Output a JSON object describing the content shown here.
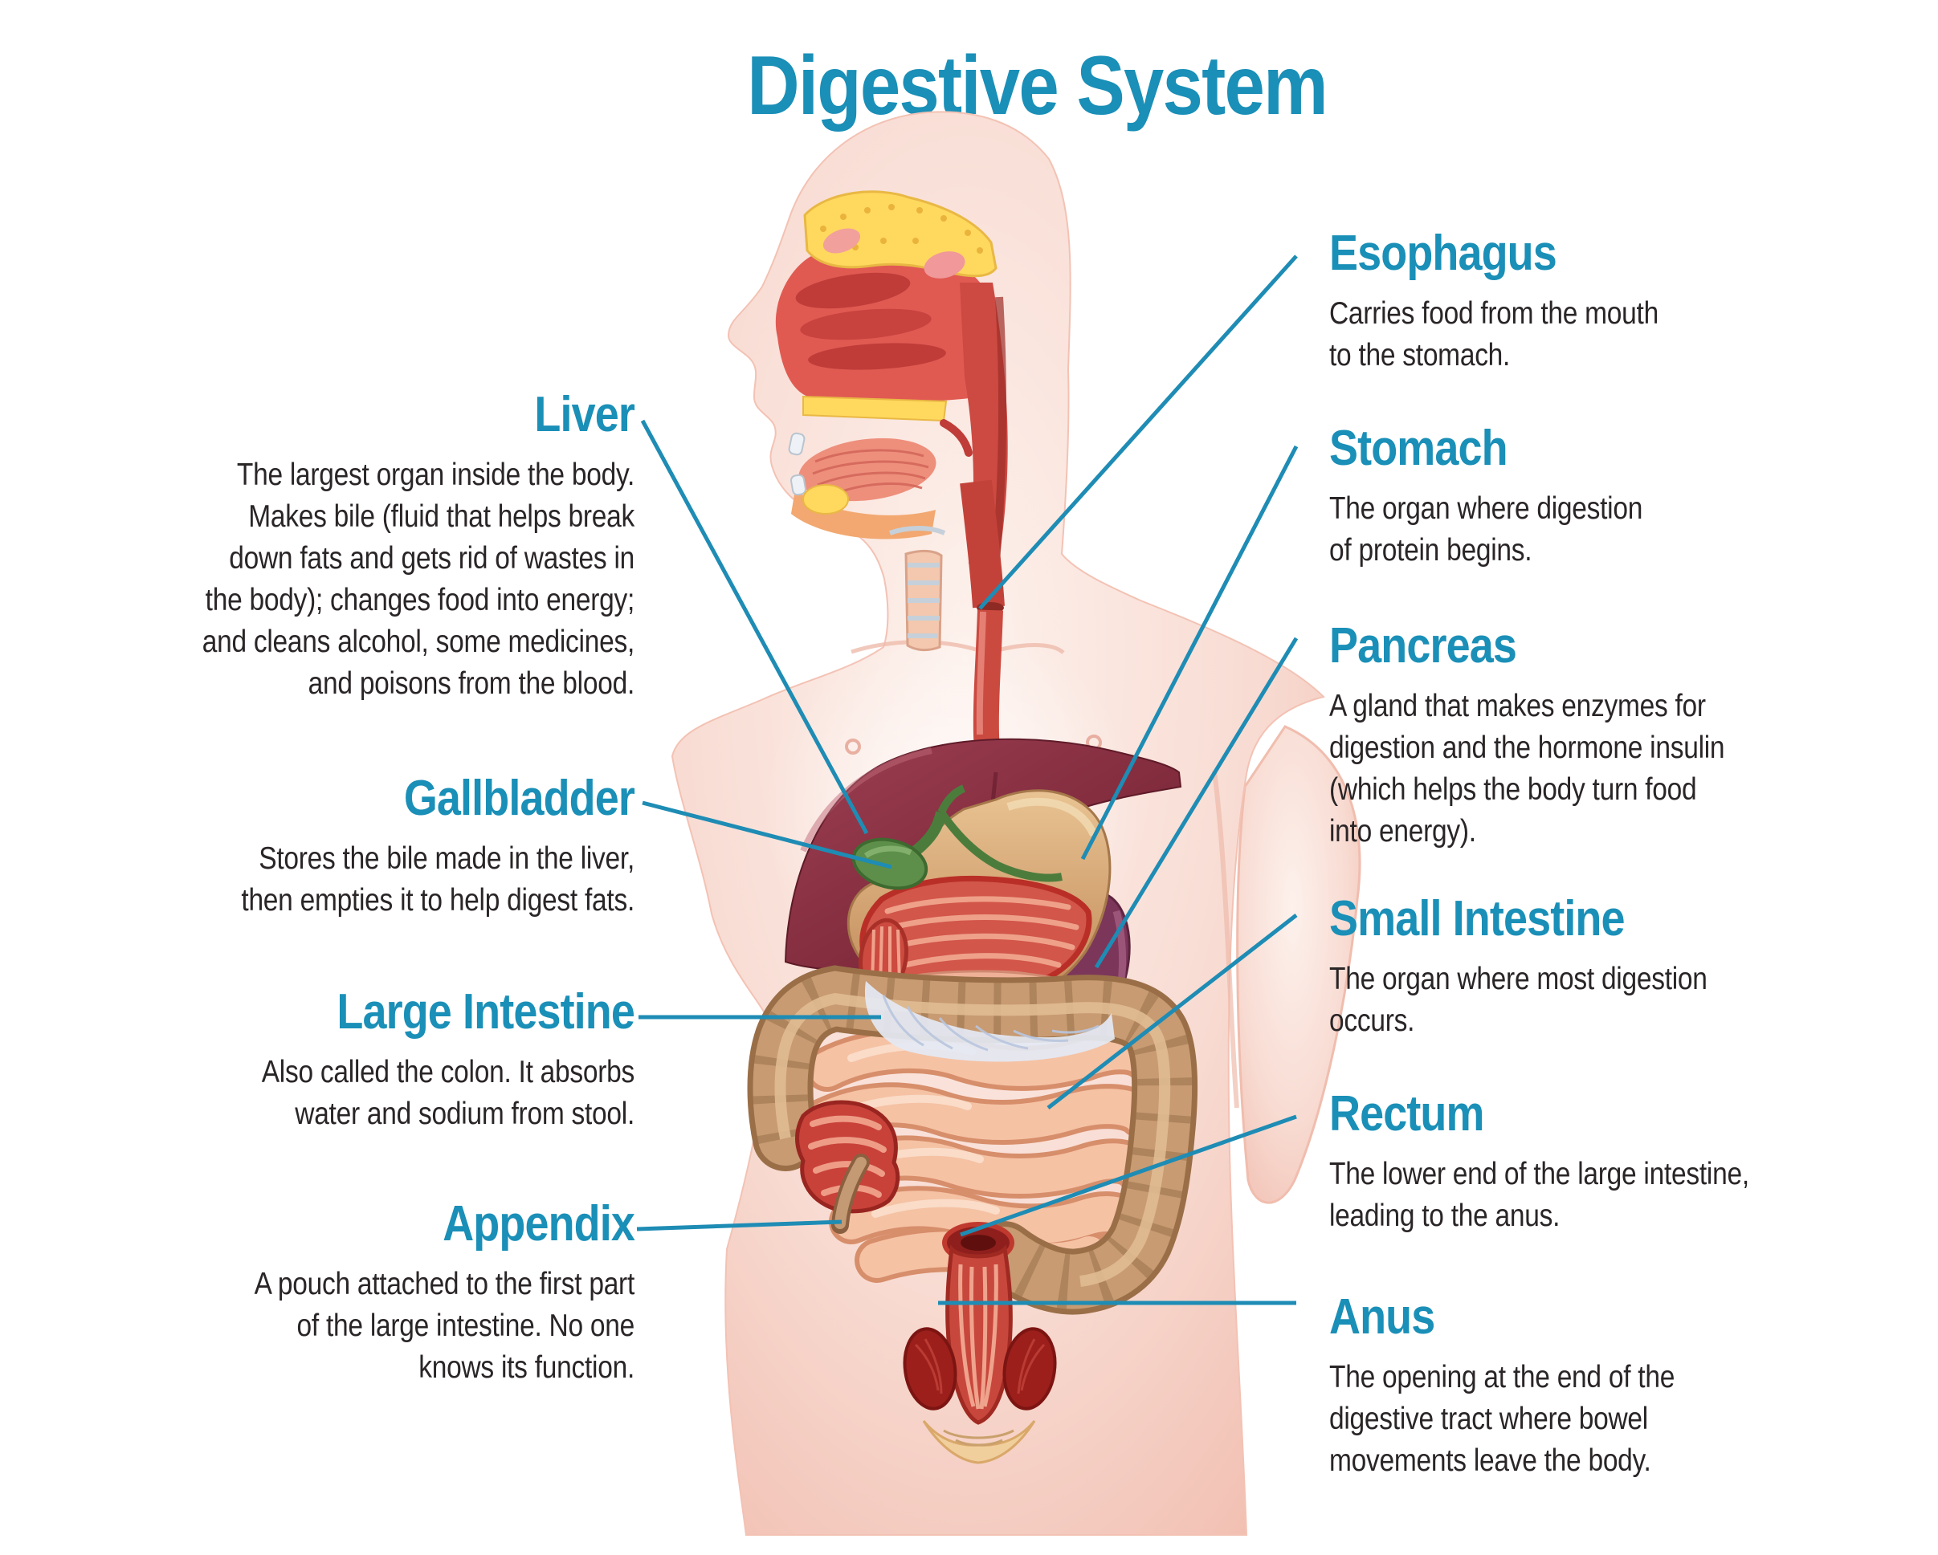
{
  "title": "Digestive System",
  "colors": {
    "accent_teal": "#1a8fb7",
    "connector_line": "#1e8cb4",
    "body_text": "#2a2526"
  },
  "labels_left": [
    {
      "id": "liver",
      "heading": "Liver",
      "description": "The largest organ inside the body.\nMakes bile (fluid that helps break\ndown fats and gets rid of wastes in\nthe body); changes food into energy;\nand cleans alcohol, some medicines,\nand poisons from the blood."
    },
    {
      "id": "gallbladder",
      "heading": "Gallbladder",
      "description": "Stores the bile made in the liver,\nthen empties it to help digest fats."
    },
    {
      "id": "large-intestine",
      "heading": "Large Intestine",
      "description": "Also called the colon. It absorbs\nwater and sodium from stool."
    },
    {
      "id": "appendix",
      "heading": "Appendix",
      "description": "A pouch attached to the first part\nof the large intestine. No one\nknows its function."
    }
  ],
  "labels_right": [
    {
      "id": "esophagus",
      "heading": "Esophagus",
      "description": "Carries food from the mouth\nto the stomach."
    },
    {
      "id": "stomach",
      "heading": "Stomach",
      "description": "The organ where digestion\nof protein begins."
    },
    {
      "id": "pancreas",
      "heading": "Pancreas",
      "description": "A gland that makes enzymes for\ndigestion and the hormone insulin\n(which helps the body turn food\ninto energy)."
    },
    {
      "id": "small-intestine",
      "heading": "Small Intestine",
      "description": "The organ where most digestion\noccurs."
    },
    {
      "id": "rectum",
      "heading": "Rectum",
      "description": "The lower end of the large intestine,\nleading to the anus."
    },
    {
      "id": "anus",
      "heading": "Anus",
      "description": "The opening at the end of the\ndigestive tract where bowel\nmovements leave the body."
    }
  ]
}
